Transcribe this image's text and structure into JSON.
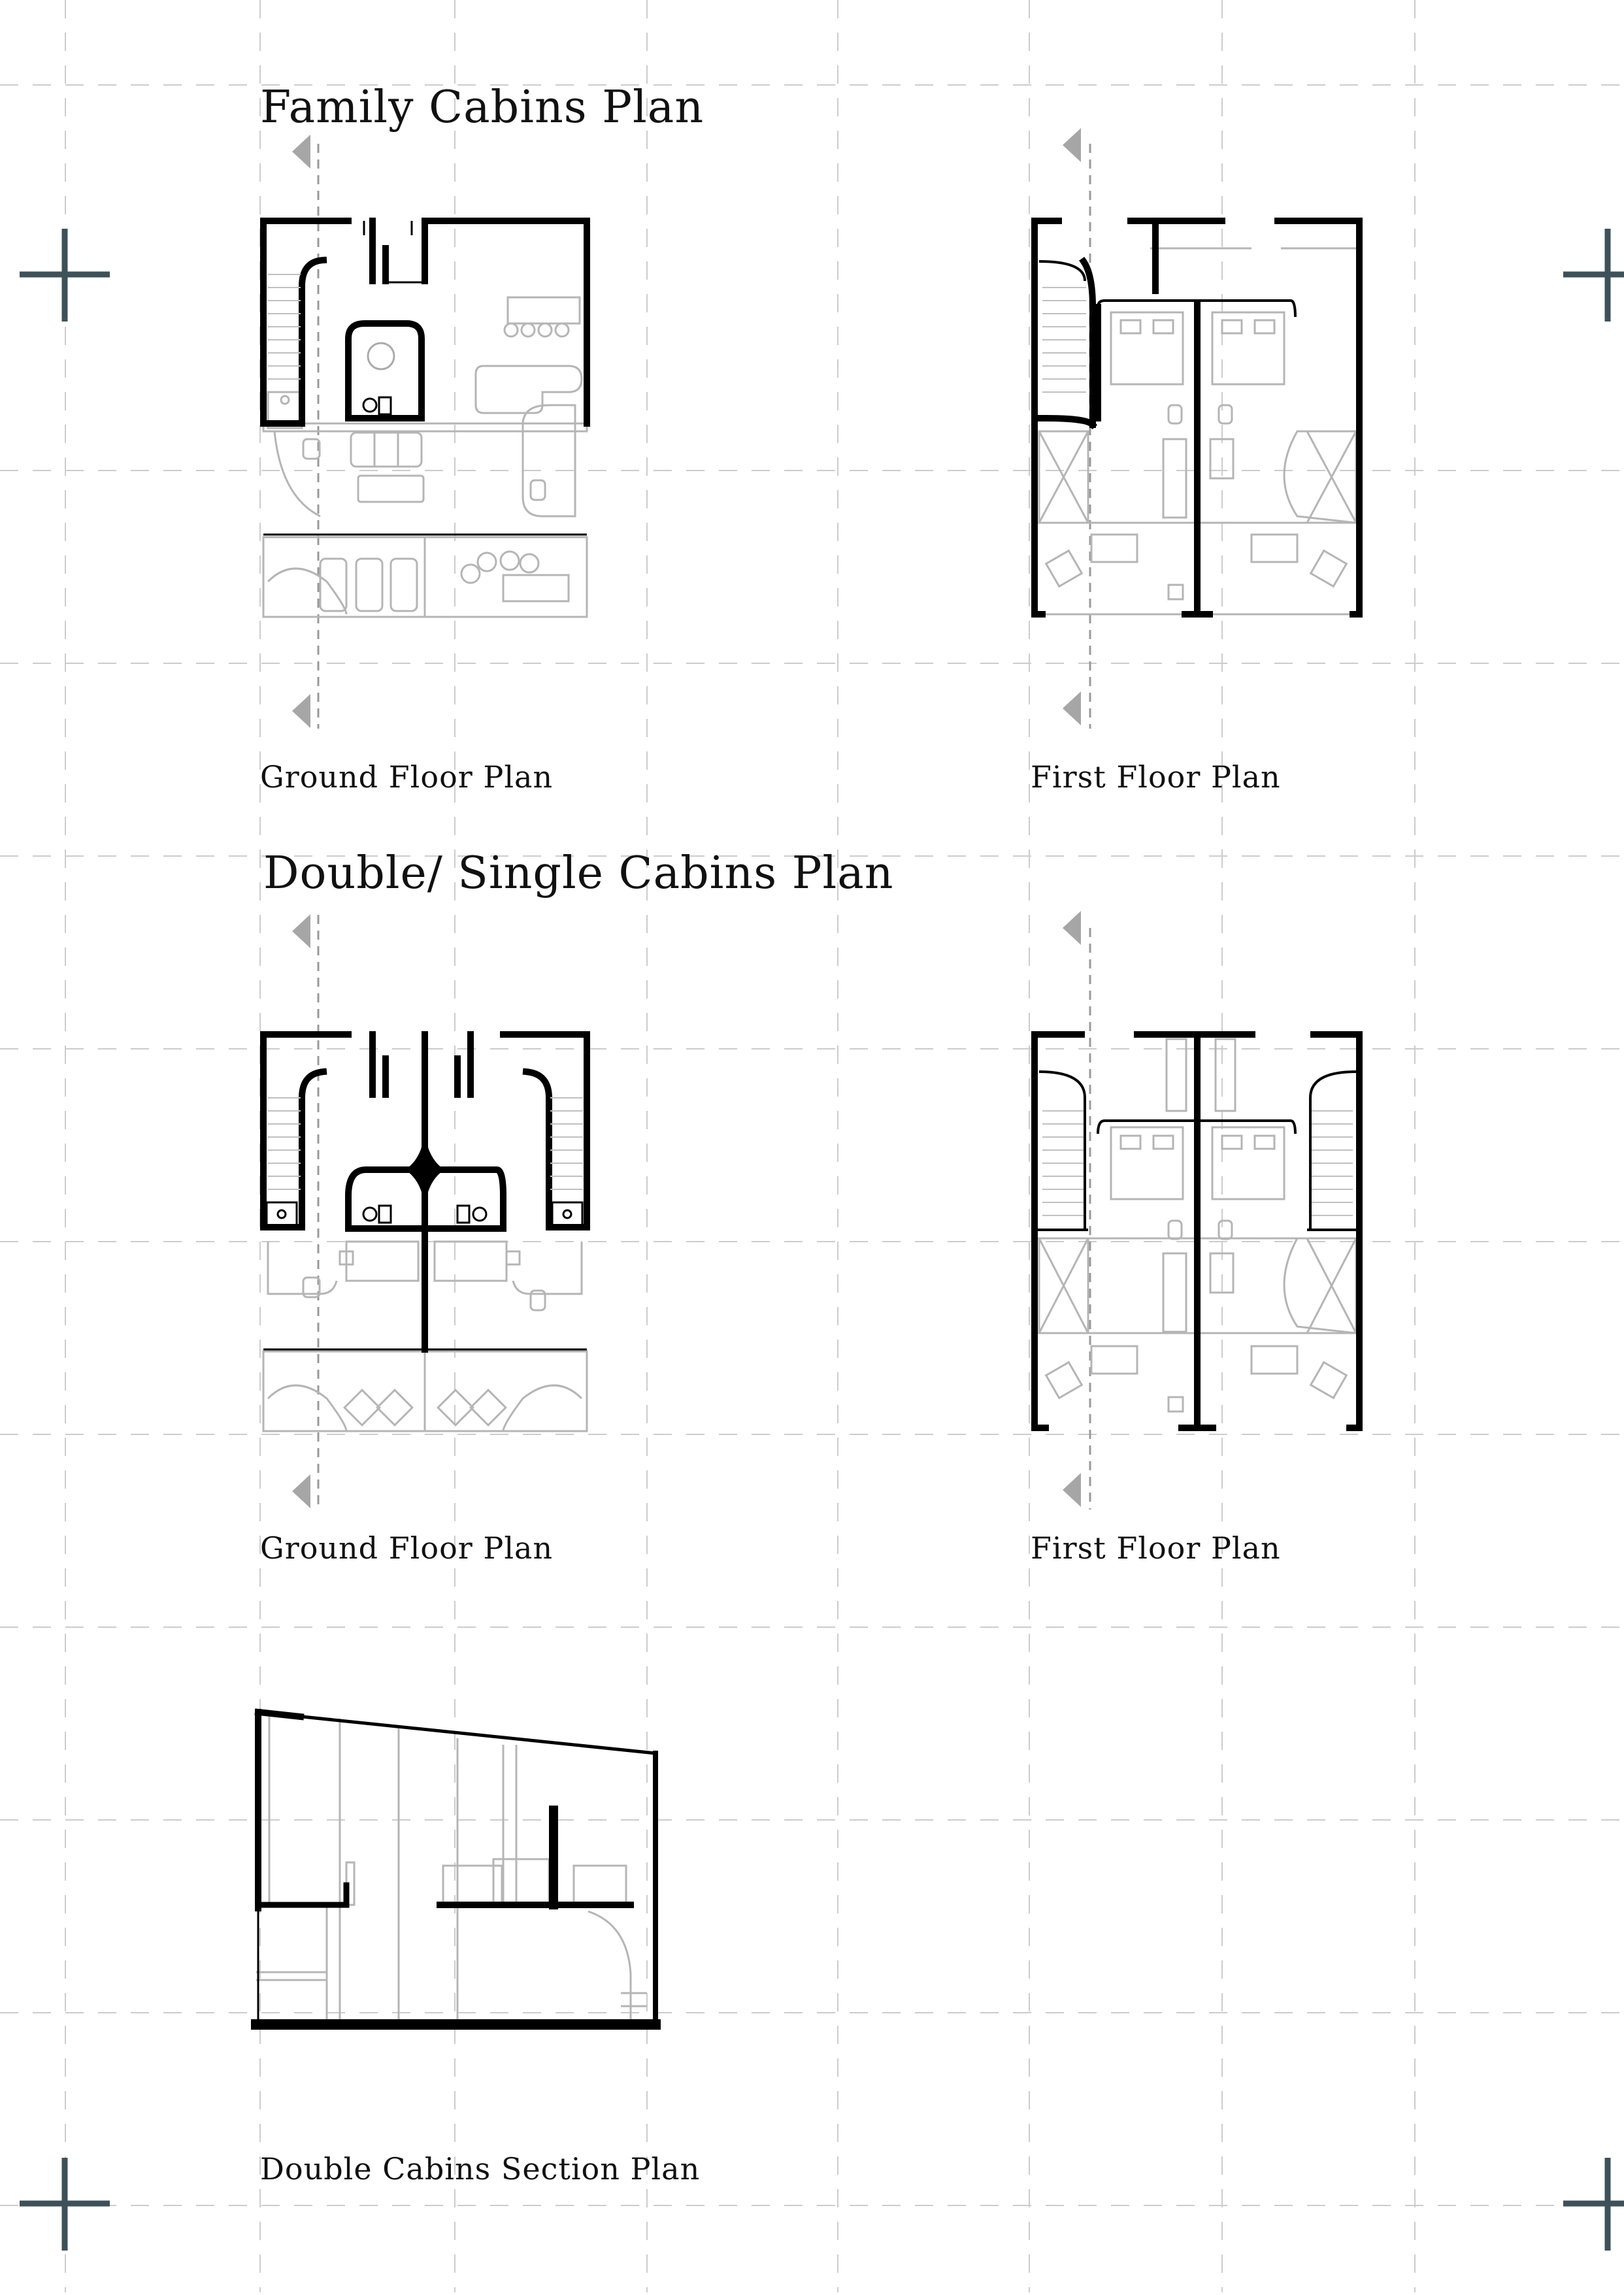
{
  "titles": {
    "family_cabins": "Family Cabins Plan",
    "double_single_cabins": "Double/ Single Cabins Plan"
  },
  "captions": {
    "family_ground": "Ground Floor Plan",
    "family_first": "First Floor Plan",
    "double_ground": "Ground Floor Plan",
    "double_first": "First Floor Plan",
    "section": "Double Cabins Section Plan"
  },
  "colors": {
    "wall": "#000000",
    "furniture": "#a8a8a8",
    "grid": "#c8c8c8",
    "cross": "#3f5158",
    "arrow": "#a6a6a6"
  },
  "icons": {
    "registration": "crosshair-icon",
    "section_marker": "triangle-arrow-icon"
  }
}
